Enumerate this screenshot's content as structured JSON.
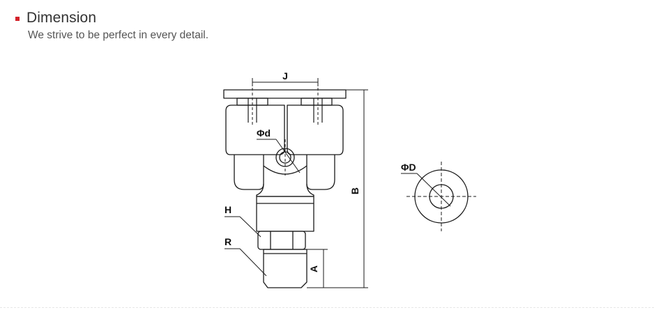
{
  "section": {
    "title": "Dimension",
    "subtitle": "We strive to be perfect in every detail."
  },
  "drawing": {
    "labels": {
      "j": "J",
      "phi_d": "Φd",
      "b": "B",
      "h": "H",
      "r": "R",
      "a": "A",
      "phi_D": "ΦD"
    }
  },
  "colors": {
    "accent": "#d3222a",
    "line": "#1a1a1a"
  }
}
